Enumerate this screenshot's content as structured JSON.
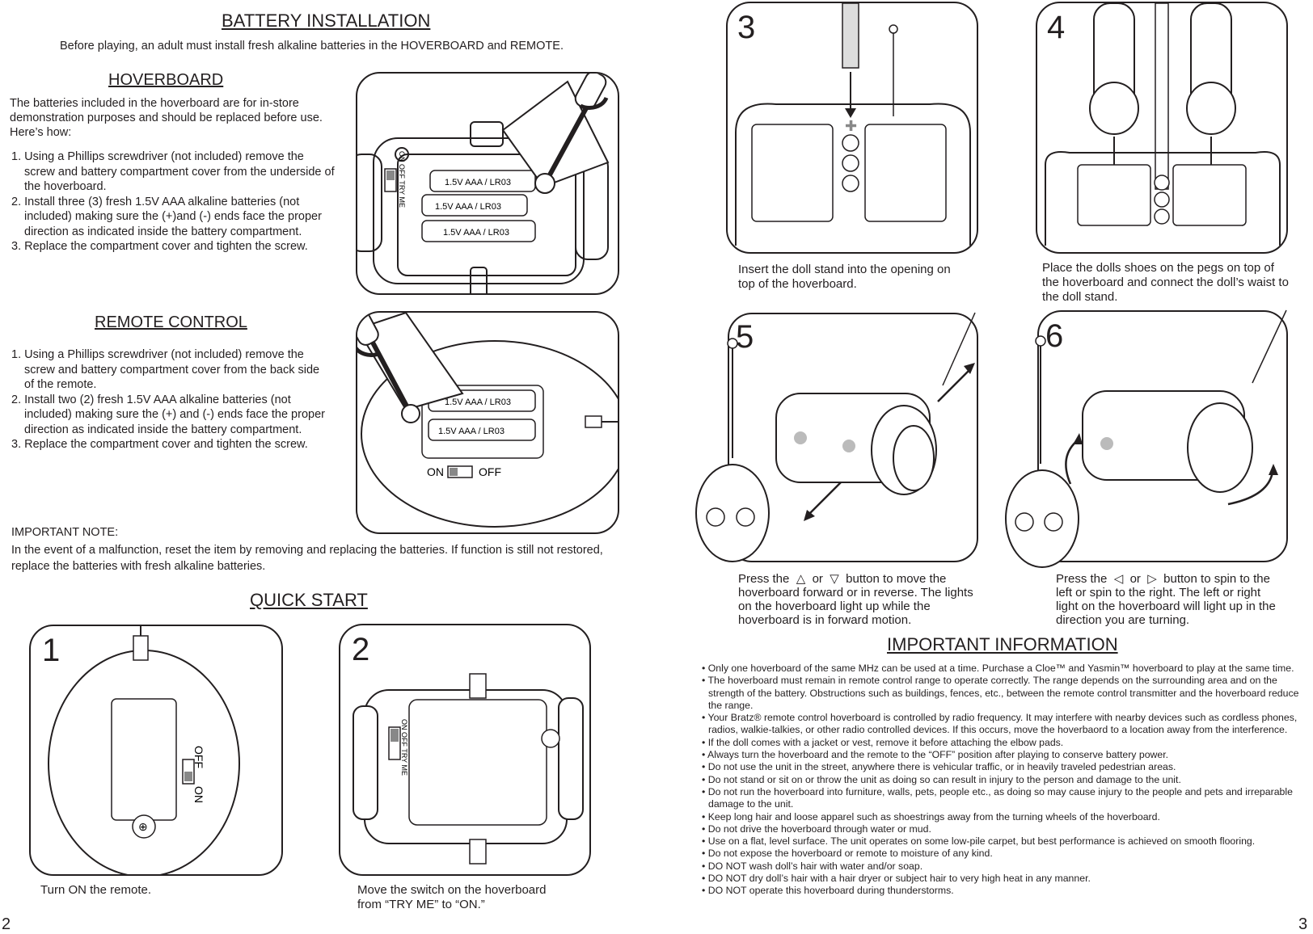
{
  "left": {
    "title": "BATTERY INSTALLATION",
    "intro": "Before playing, an adult must install fresh alkaline batteries in the HOVERBOARD and REMOTE.",
    "hoverboard": {
      "title": "HOVERBOARD",
      "text": "The batteries included in the hoverboard are for in-store demonstration purposes and should be replaced before use. Here’s how:",
      "steps": [
        "1. Using a Phillips screwdriver (not included) remove the screw and battery compartment cover from the underside of the hoverboard.",
        "2. Install three (3) fresh 1.5V AAA alkaline batteries (not included) making sure the (+)and (-) ends face the proper direction as indicated inside the battery compartment.",
        "3. Replace the compartment cover and tighten the screw."
      ],
      "battery_label": "1.5V AAA / LR03",
      "switch_label": "ON OFF TRY ME"
    },
    "remote": {
      "title": "REMOTE CONTROL",
      "steps": [
        "1. Using a Phillips screwdriver (not included) remove the screw and battery compartment cover from the back side of the remote.",
        "2. Install two (2) fresh 1.5V AAA alkaline batteries (not included) making sure the (+) and (-) ends face the proper direction as indicated inside the battery compartment.",
        "3. Replace the compartment cover and tighten the screw."
      ],
      "on_label": "ON",
      "off_label": "OFF"
    },
    "note": {
      "title": "IMPORTANT NOTE:",
      "text": "In the event of a malfunction, reset the item by removing and replacing the batteries.  If function is still not restored, replace the batteries with fresh alkaline batteries."
    },
    "quick_start": {
      "title": "QUICK START",
      "step1": {
        "num": "1",
        "caption": "Turn ON the remote.",
        "on": "ON",
        "off": "OFF"
      },
      "step2": {
        "num": "2",
        "caption": "Move the switch on the hoverboard from “TRY ME” to “ON.”"
      }
    },
    "page_number": "2"
  },
  "right": {
    "step3": {
      "num": "3",
      "caption": "Insert the doll stand into the opening on top of the hoverboard."
    },
    "step4": {
      "num": "4",
      "caption": "Place the dolls shoes on the pegs on top of the hoverboard and connect the doll’s waist to the doll stand."
    },
    "step5": {
      "num": "5",
      "caption_a": "Press the",
      "caption_or": "or",
      "caption_b": "button to move the hoverboard forward or in reverse. The lights on the hoverboard light up while the hoverboard is in forward motion."
    },
    "step6": {
      "num": "6",
      "caption_a": "Press the",
      "caption_or": "or",
      "caption_b": "button to spin to the left or spin to the right. The left or right light on the hoverboard will light up in the direction you are turning."
    },
    "info": {
      "title": "IMPORTANT INFORMATION",
      "items": [
        "• Only one hoverboard of the same MHz can be used at a time.  Purchase a Cloe™ and Yasmin™ hoverboard to play at the same time.",
        "• The hoverboard must remain in remote control range to operate correctly. The range depends on the surrounding area and on the strength of the battery. Obstructions such as buildings, fences, etc., between the remote control transmitter and the hoverboard reduce the range.",
        "• Your Bratz® remote control hoverboard is controlled by radio frequency. It may interfere with nearby devices such as cordless phones, radios, walkie-talkies, or other radio controlled devices. If this occurs, move the hoverbaord to a location away from the interference.",
        "• If the doll comes with a jacket or vest, remove it before attaching the elbow pads.",
        "• Always turn the hoverboard and the remote to the “OFF” position after playing to conserve battery power.",
        "• Do not use the unit in the street, anywhere there is vehicular traffic, or in heavily traveled pedestrian areas.",
        "• Do not stand or sit on or throw the unit as doing so can result in injury to the person and damage to the unit.",
        "• Do not run the hoverboard into furniture, walls, pets, people etc., as doing so may cause injury  to the people and pets and irreparable damage to the unit.",
        "• Keep long hair and loose apparel such as shoestrings away from the turning wheels of the hoverboard.",
        "• Do not drive the hoverboard through water or mud.",
        "• Use on a flat, level surface. The unit operates on some low-pile carpet, but best performance is achieved on smooth flooring.",
        "• Do not expose the hoverboard or remote to moisture of any kind.",
        "• DO NOT wash doll’s hair with water and/or soap.",
        "• DO NOT dry doll’s hair with a hair dryer or subject hair to very high heat in any manner.",
        "• DO NOT operate this hoverboard during thunderstorms."
      ]
    },
    "page_number": "3"
  }
}
